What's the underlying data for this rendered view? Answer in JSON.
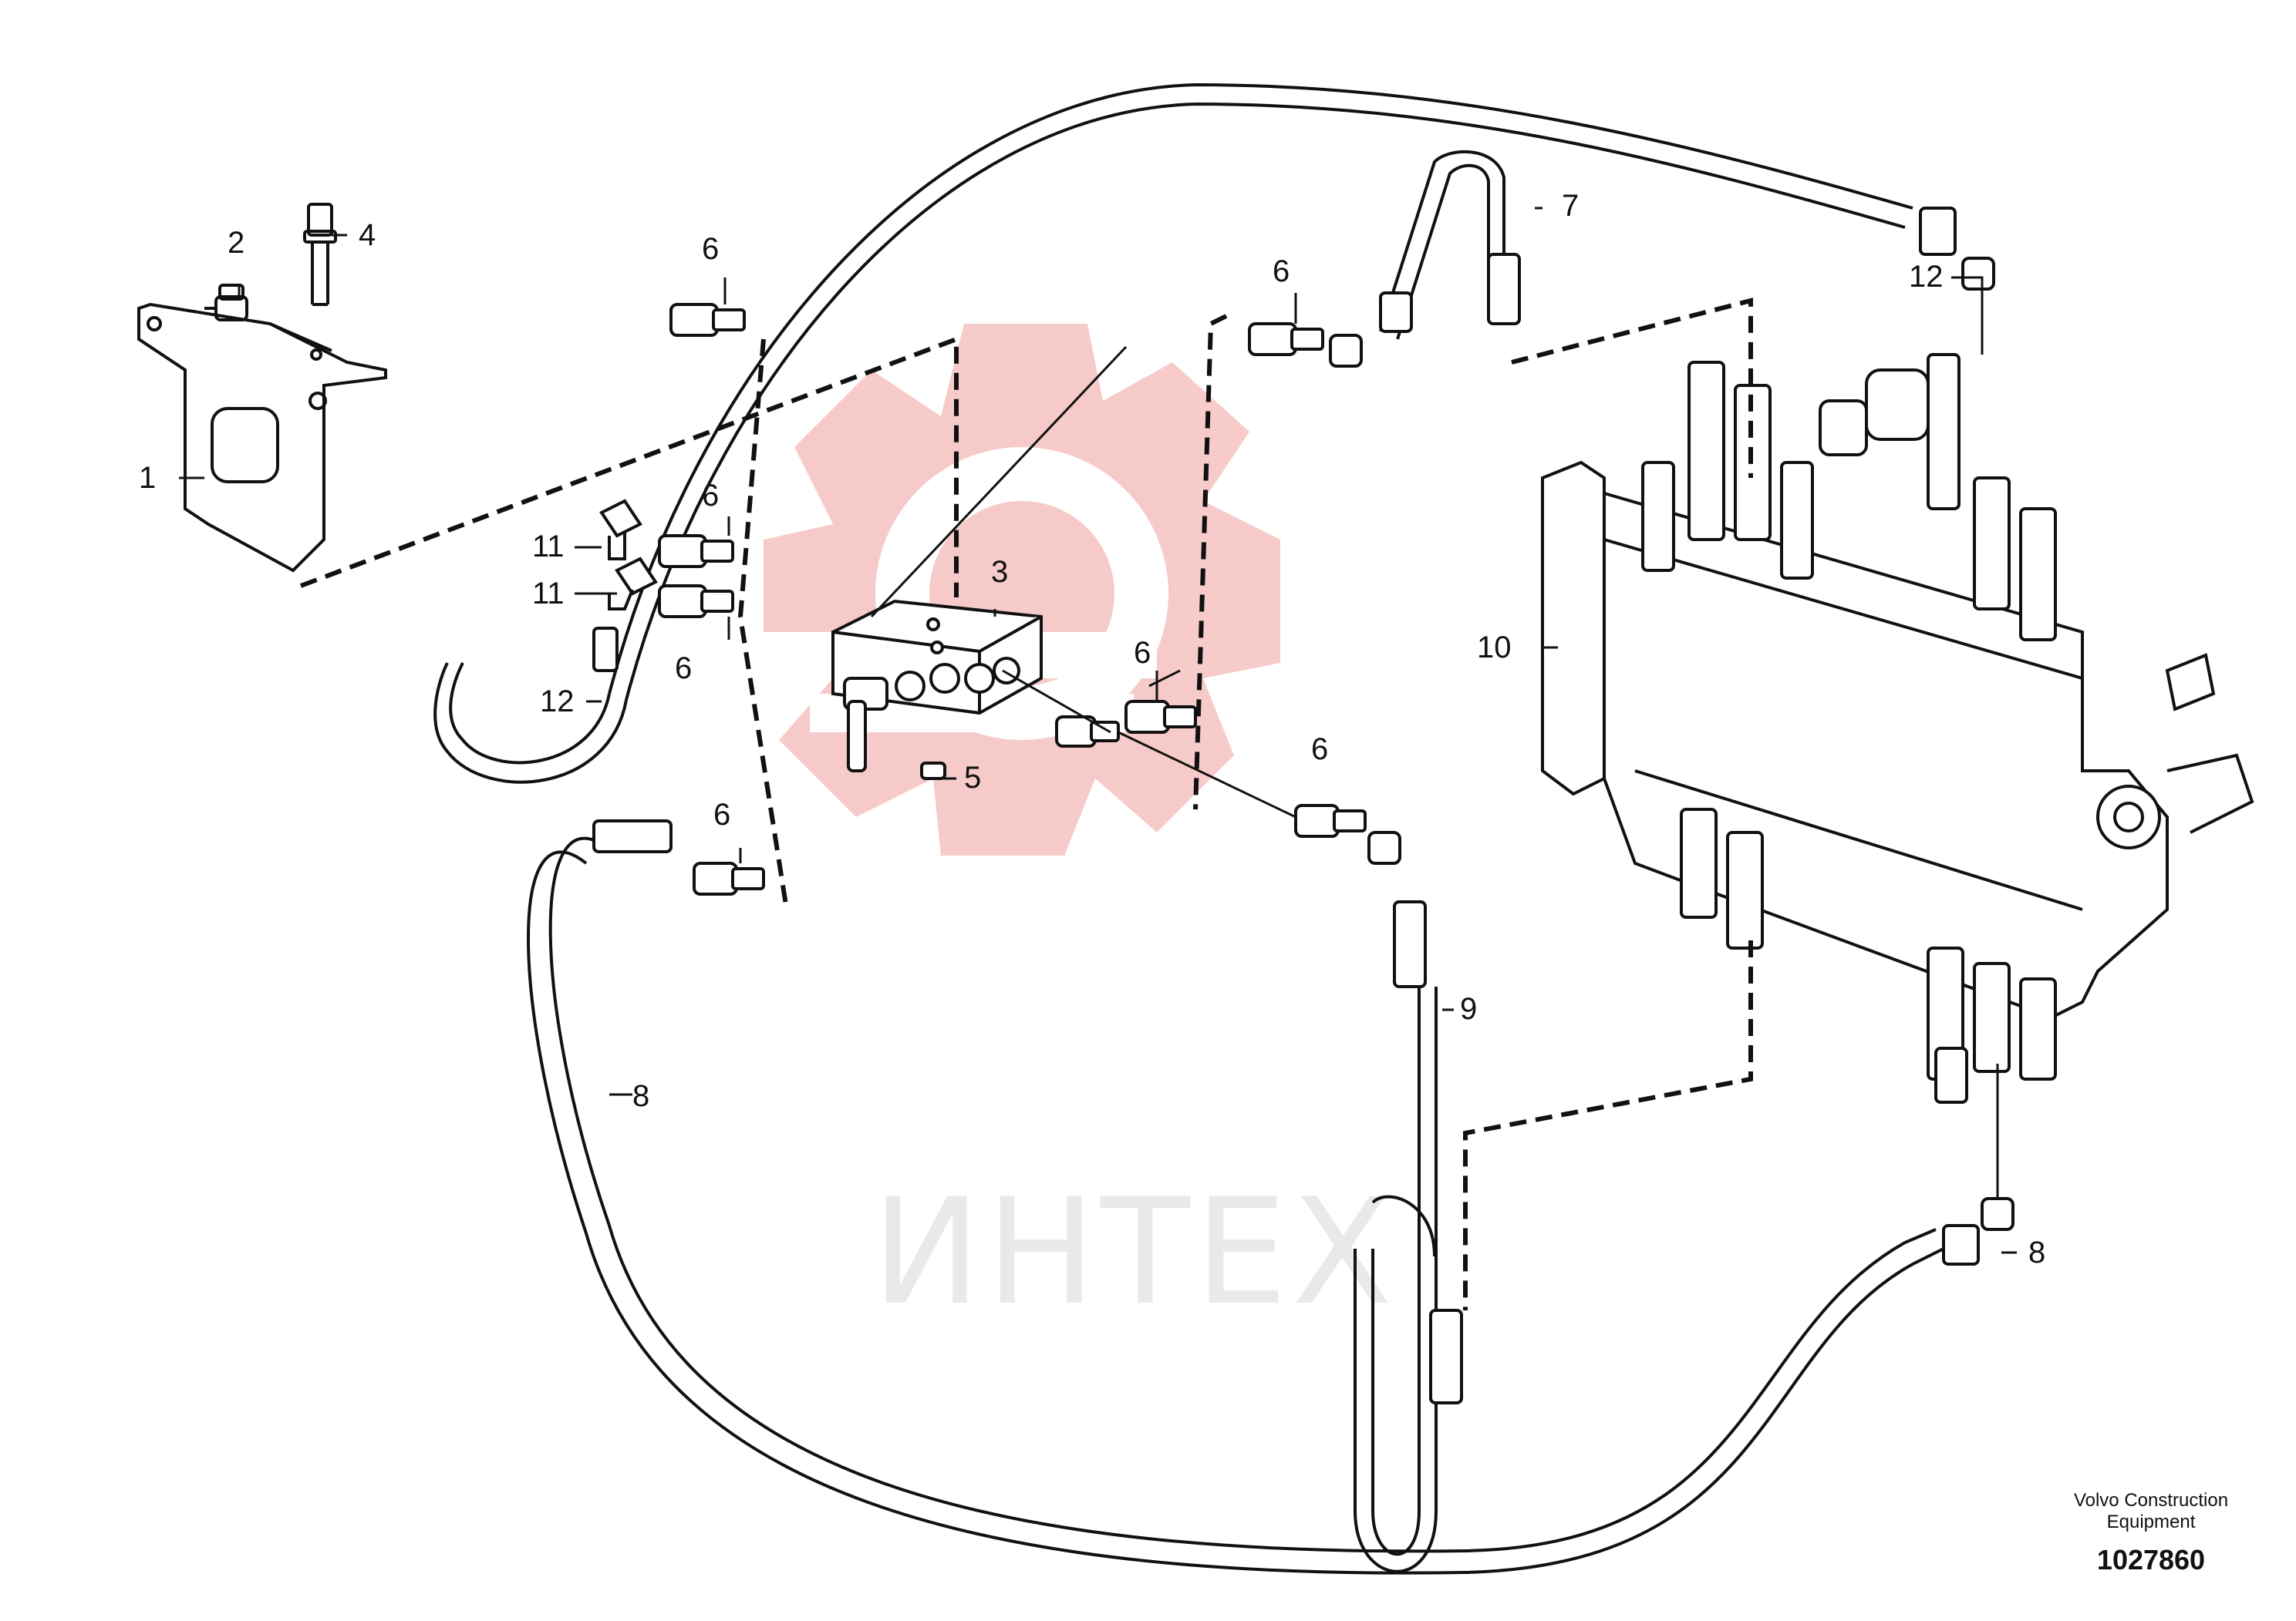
{
  "watermark": {
    "text": "ИНТЕХ",
    "logo_color": "#f5c0c0",
    "text_color": "#e9e9e9"
  },
  "callouts": {
    "c1": "1",
    "c2": "2",
    "c3": "3",
    "c4": "4",
    "c5": "5",
    "c6a": "6",
    "c6b": "6",
    "c6c": "6",
    "c6d": "6",
    "c6e": "6",
    "c6f": "6",
    "c6g": "6",
    "c7": "7",
    "c8a": "8",
    "c8b": "8",
    "c9": "9",
    "c10": "10",
    "c11a": "11",
    "c11b": "11",
    "c12a": "12",
    "c12b": "12"
  },
  "credit": {
    "brand": "Volvo Construction Equipment",
    "drawing_number": "1027860"
  },
  "colors": {
    "line": "#111111",
    "background": "#ffffff"
  }
}
